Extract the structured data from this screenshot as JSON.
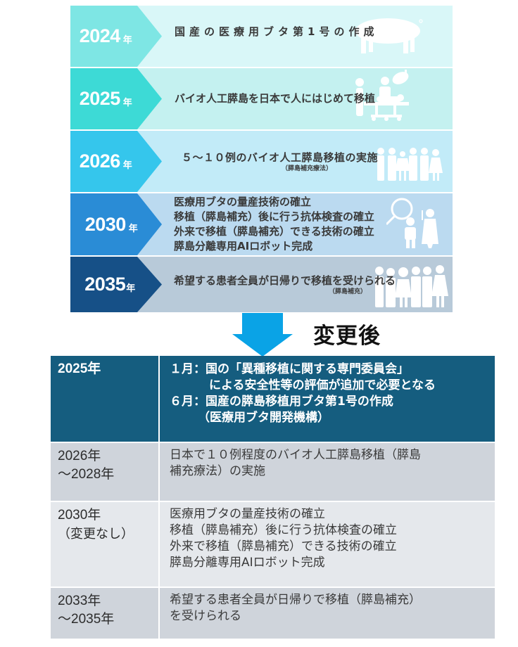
{
  "roadmap": {
    "rows": [
      {
        "year": "2024",
        "suffix": "年",
        "chevron_color": "#7ee6e4",
        "bg_color": "#d9f7f8",
        "lines": [
          "国産の医療用ブタ第1号の作成"
        ],
        "note": "",
        "icon": "pig-icon"
      },
      {
        "year": "2025",
        "suffix": "年",
        "chevron_color": "#3ddad6",
        "bg_color": "#c4f1f0",
        "lines": [
          "バイオ人工膵島を日本で人にはじめて移植"
        ],
        "note": "",
        "icon": "surgery-icon"
      },
      {
        "year": "2026",
        "suffix": "年",
        "chevron_color": "#35c6ec",
        "bg_color": "#c2ebf8",
        "lines": [
          "５～１０例のバイオ人工膵島移植の実施"
        ],
        "note": "（膵島補充療法）",
        "icon": "group-of-people-icon"
      },
      {
        "year": "2030",
        "suffix": "年",
        "chevron_color": "#2a8cd6",
        "bg_color": "#bbdaf0",
        "lines": [
          "医療用ブタの量産技術の確立",
          "移植（膵島補充）後に行う抗体検査の確立",
          "外来で移植（膵島補充）できる技術の確立",
          "膵島分離専用AIロボット完成"
        ],
        "note": "",
        "icon": "doctor-patient-magnifier-icon"
      },
      {
        "year": "2035",
        "suffix": "年",
        "chevron_color": "#165087",
        "bg_color": "#b8cad9",
        "lines": [
          "希望する患者全員が日帰りで移植を受けられる"
        ],
        "note": "（膵島補充）",
        "icon": "crowd-icon"
      }
    ]
  },
  "arrow": {
    "icon": "down-arrow-icon",
    "color": "#0aa3e6"
  },
  "after_label": "変更後",
  "table": {
    "rows": [
      {
        "year_lines": [
          "2025年"
        ],
        "desc_lines": [
          "１月：国の「異種移植に関する専門委員会」",
          "による安全性等の評価が追加で必要となる",
          "６月：国産の膵島移植用ブタ第1号の作成",
          "（医療用ブタ開発機構）"
        ]
      },
      {
        "year_lines": [
          "2026年",
          "～2028年"
        ],
        "desc_lines": [
          "日本で１０例程度のバイオ人工膵島移植（膵島",
          "補充療法）の実施"
        ]
      },
      {
        "year_lines": [
          "2030年",
          "（変更なし）"
        ],
        "desc_lines": [
          "医療用ブタの量産技術の確立",
          "移植（膵島補充）後に行う抗体検査の確立",
          "外来で移植（膵島補充）できる技術の確立",
          "膵島分離専用AIロボット完成"
        ]
      },
      {
        "year_lines": [
          "2033年",
          "～2035年"
        ],
        "desc_lines": [
          "希望する患者全員が日帰りで移植（膵島補充）",
          "を受けられる"
        ]
      }
    ]
  }
}
